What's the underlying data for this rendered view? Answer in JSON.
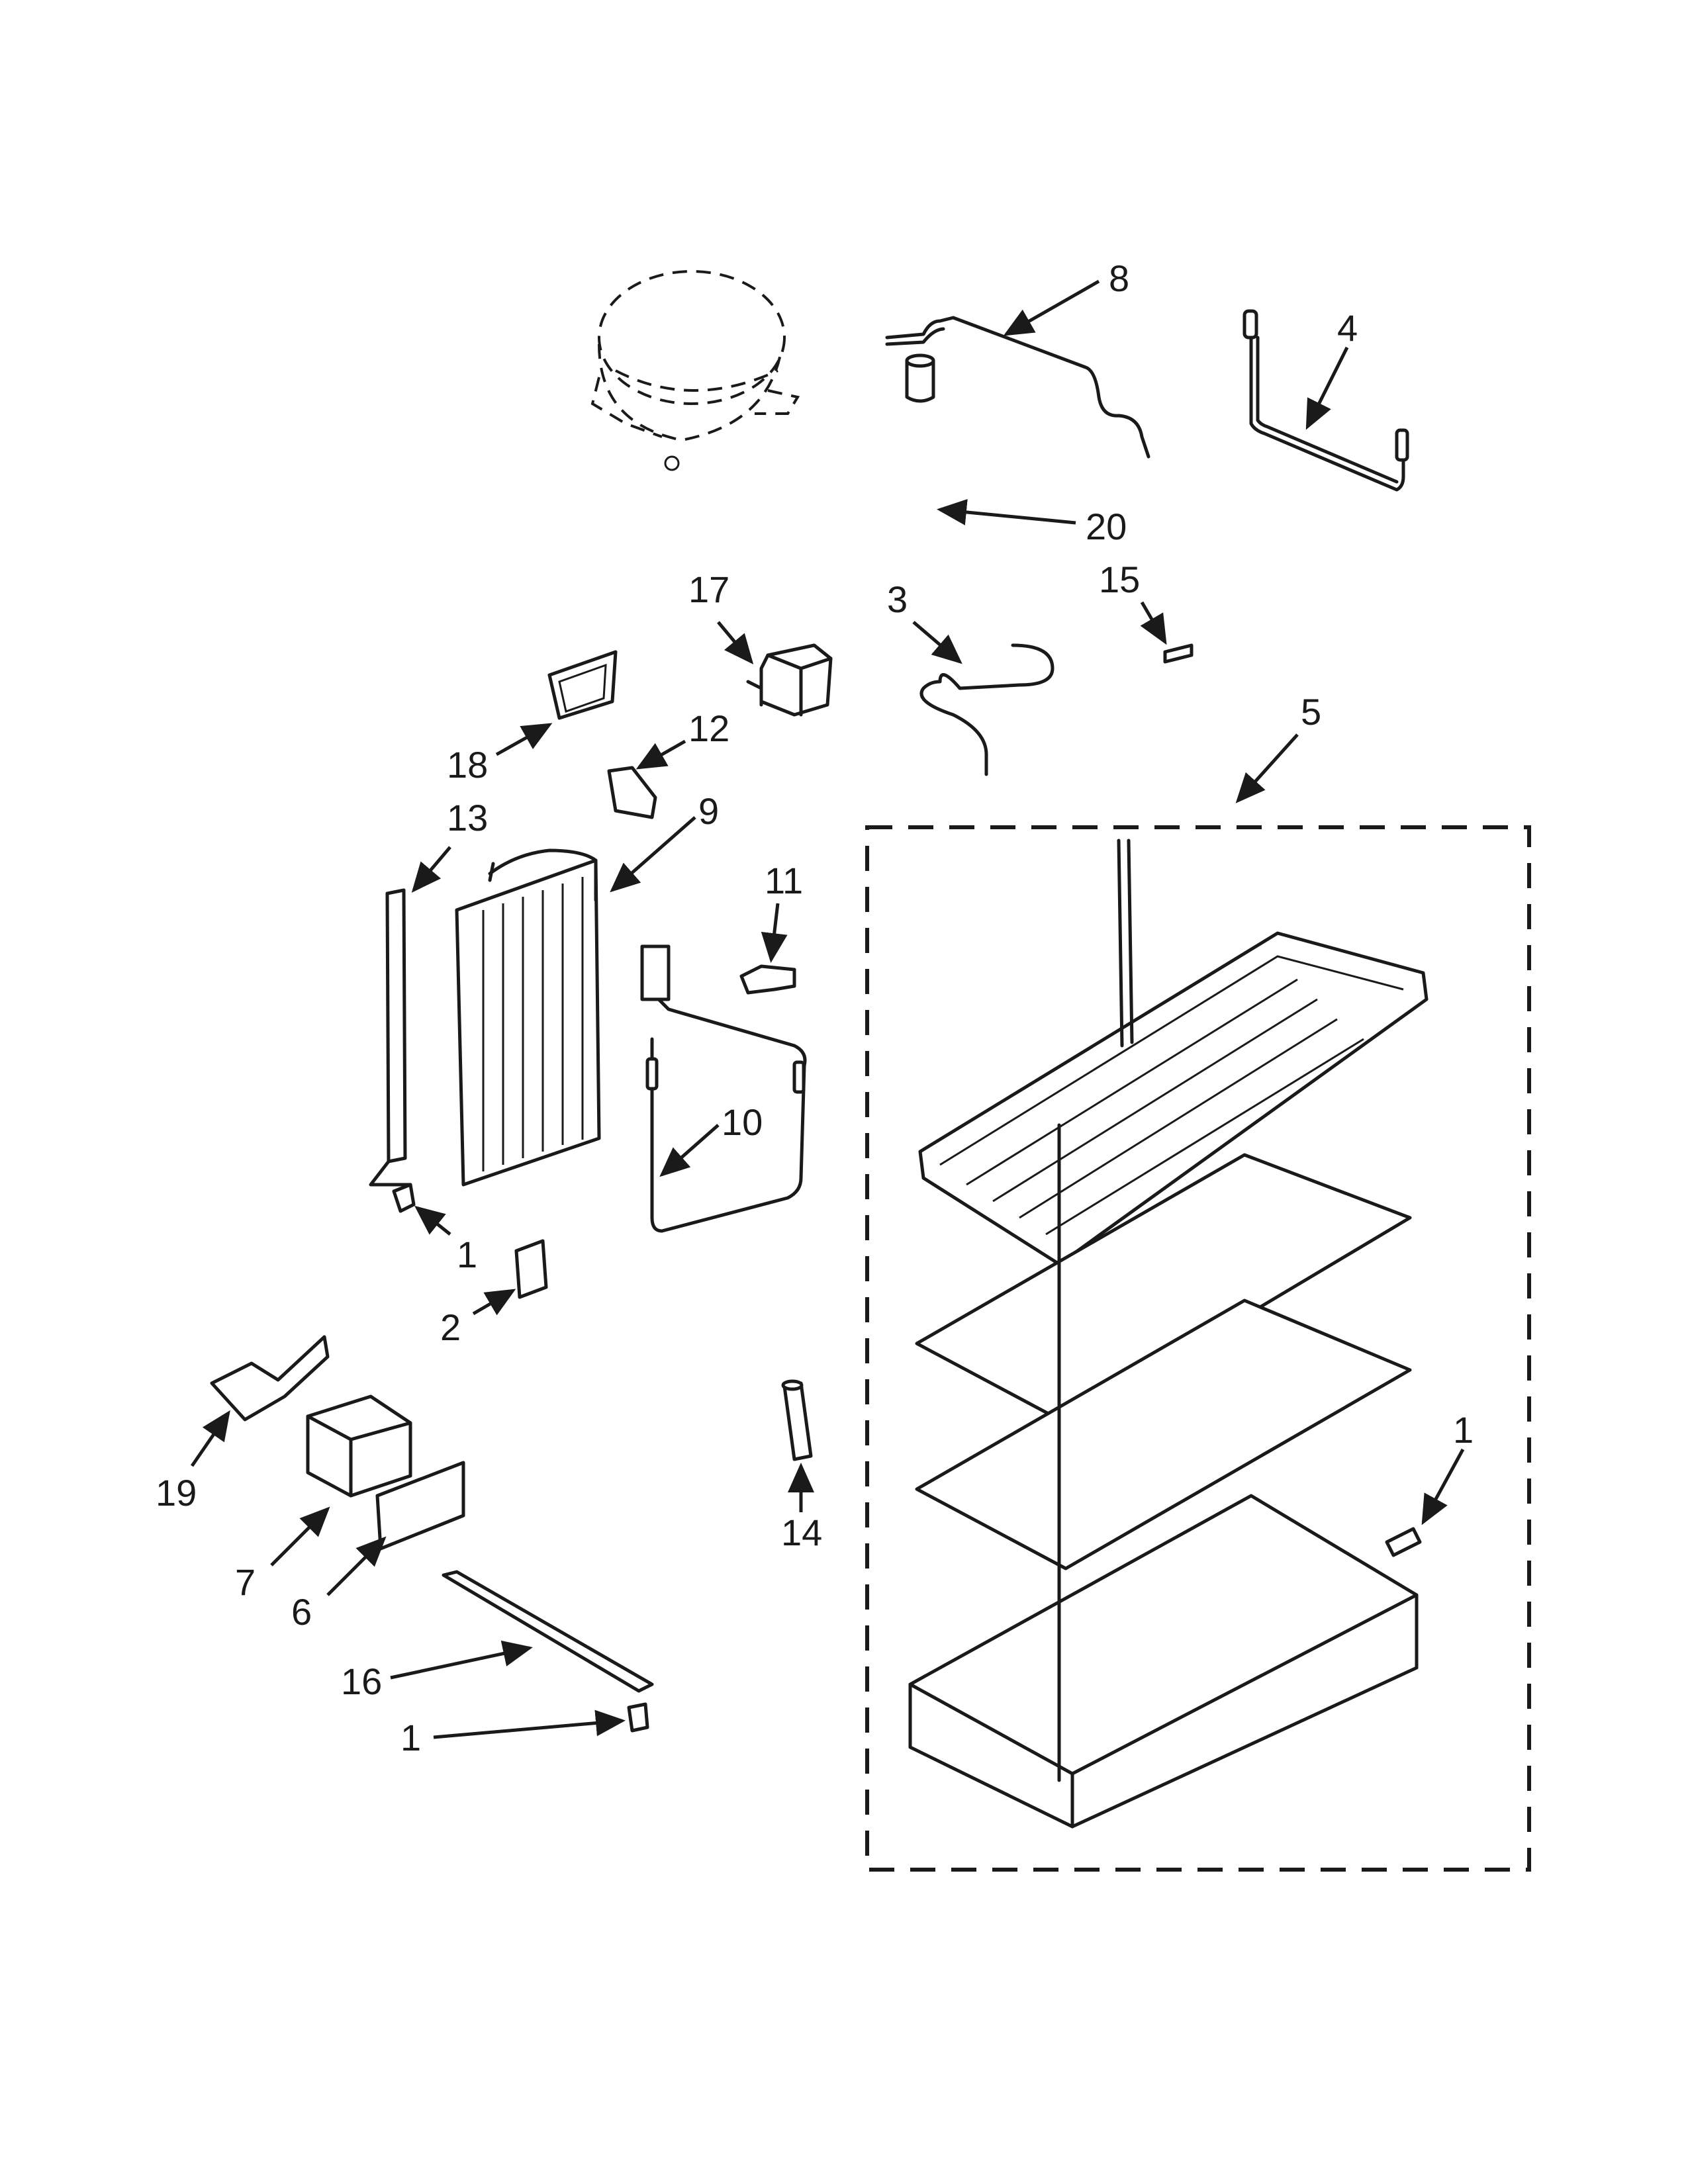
{
  "callouts": [
    {
      "id": "c8",
      "text": "8"
    },
    {
      "id": "c4",
      "text": "4"
    },
    {
      "id": "c20",
      "text": "20"
    },
    {
      "id": "c17",
      "text": "17"
    },
    {
      "id": "c3",
      "text": "3"
    },
    {
      "id": "c15",
      "text": "15"
    },
    {
      "id": "c5",
      "text": "5"
    },
    {
      "id": "c12",
      "text": "12"
    },
    {
      "id": "c18",
      "text": "18"
    },
    {
      "id": "c13",
      "text": "13"
    },
    {
      "id": "c9",
      "text": "9"
    },
    {
      "id": "c11",
      "text": "11"
    },
    {
      "id": "c10",
      "text": "10"
    },
    {
      "id": "c1a",
      "text": "1"
    },
    {
      "id": "c2",
      "text": "2"
    },
    {
      "id": "c19",
      "text": "19"
    },
    {
      "id": "c14",
      "text": "14"
    },
    {
      "id": "c1b",
      "text": "1"
    },
    {
      "id": "c7",
      "text": "7"
    },
    {
      "id": "c6",
      "text": "6"
    },
    {
      "id": "c16",
      "text": "16"
    },
    {
      "id": "c1c",
      "text": "1"
    }
  ]
}
